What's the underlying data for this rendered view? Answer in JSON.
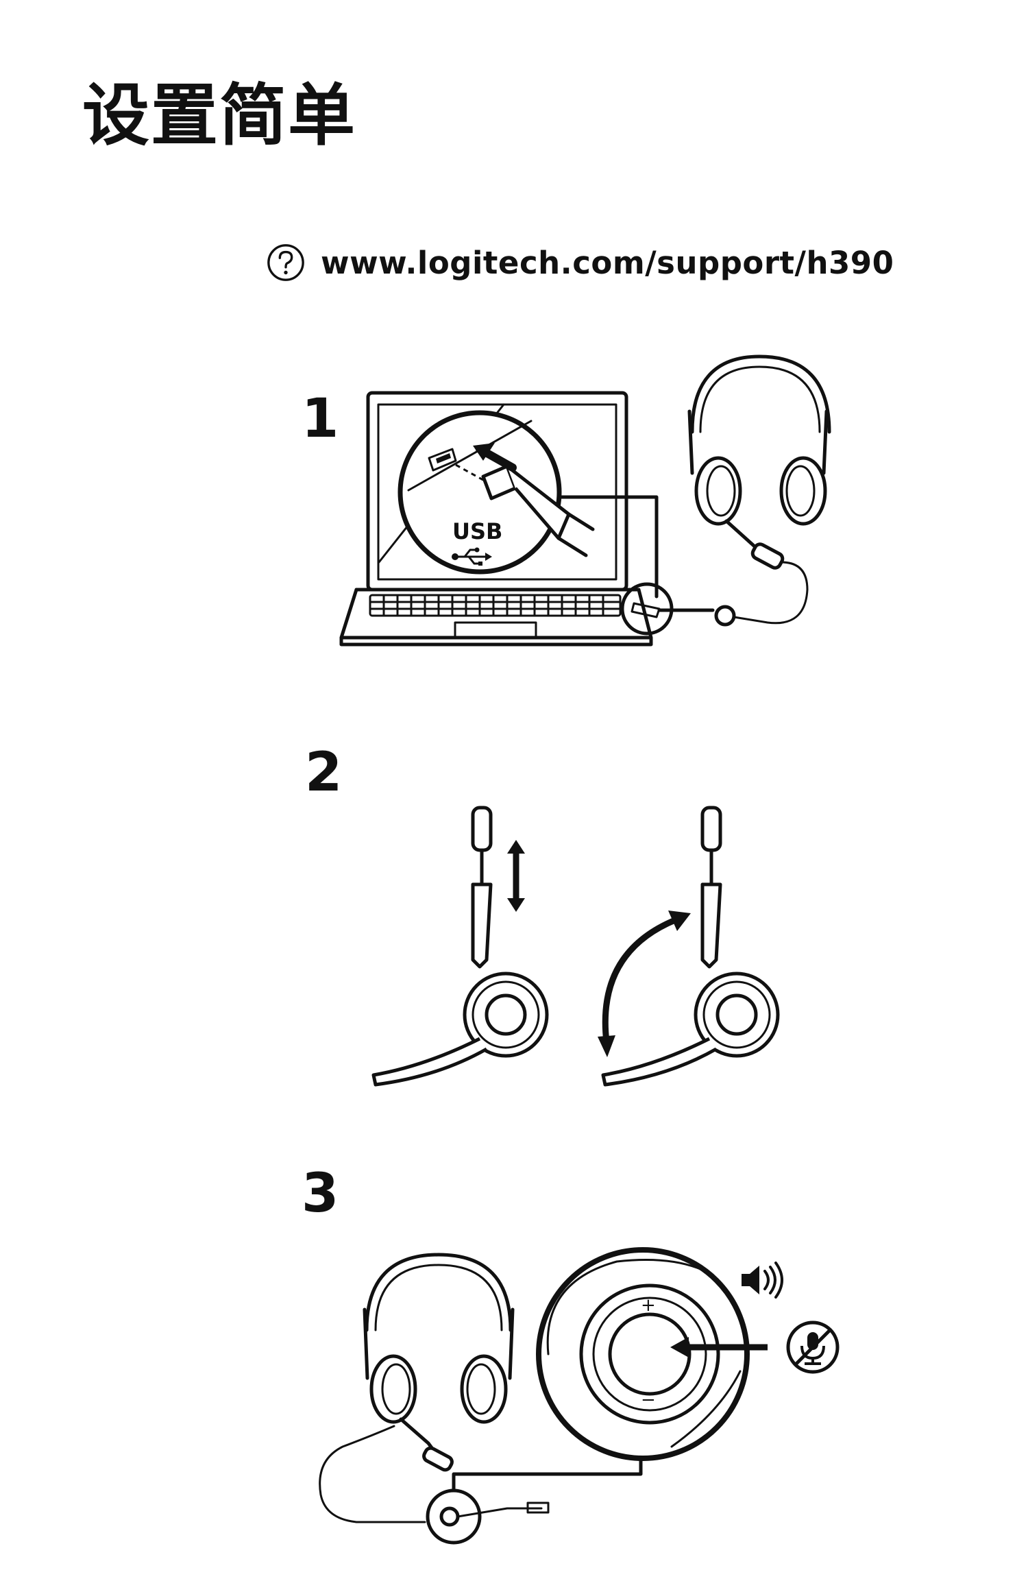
{
  "title": "设置简单",
  "support": {
    "help_icon": "question-circle-icon",
    "url": "www.logitech.com/support/h390"
  },
  "steps": [
    {
      "number": "1",
      "illustration": "connect-usb-to-laptop",
      "usb_label": "USB",
      "usb_icon": "usb-symbol-icon"
    },
    {
      "number": "2",
      "illustration": "adjust-mic-boom"
    },
    {
      "number": "3",
      "illustration": "inline-controls",
      "plus_label": "+",
      "minus_label": "−",
      "volume_icon": "speaker-volume-icon",
      "mute_icon": "mic-mute-icon"
    }
  ]
}
